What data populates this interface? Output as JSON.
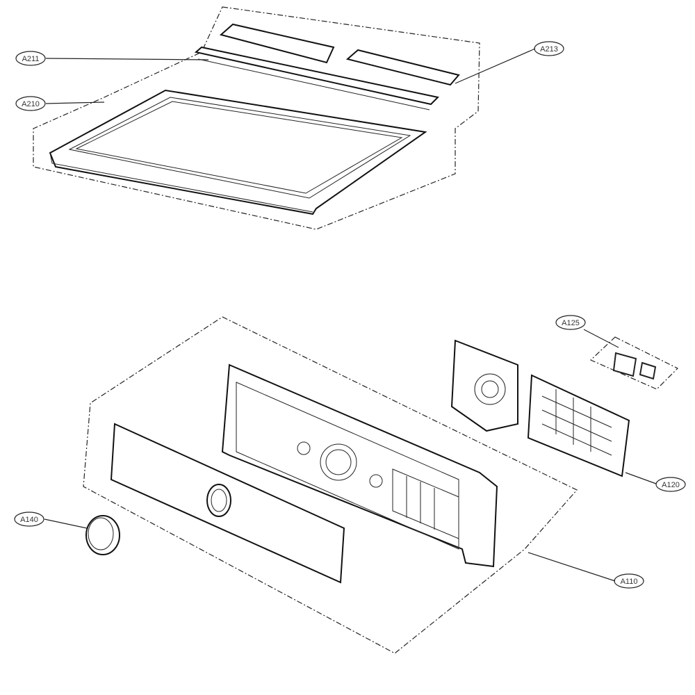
{
  "callouts": [
    {
      "id": "A211"
    },
    {
      "id": "A213"
    },
    {
      "id": "A210"
    },
    {
      "id": "A125"
    },
    {
      "id": "A120"
    },
    {
      "id": "A140"
    },
    {
      "id": "A110"
    }
  ]
}
